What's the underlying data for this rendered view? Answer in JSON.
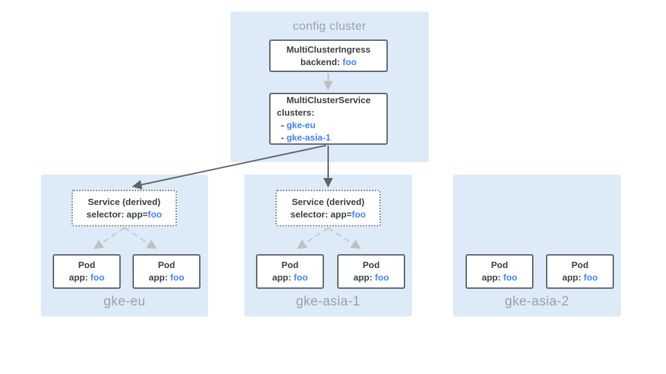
{
  "config_cluster": {
    "label": "config cluster",
    "ingress_box": {
      "title": "MultiClusterIngress",
      "backend_label": "backend: ",
      "backend_value": "foo"
    },
    "service_box": {
      "title": "MultiClusterService",
      "clusters_label": "clusters:",
      "items": [
        {
          "prefix": "- ",
          "name": "gke-eu"
        },
        {
          "prefix": "- ",
          "name": "gke-asia-1"
        }
      ]
    }
  },
  "clusters": [
    {
      "label": "gke-eu",
      "service_box": {
        "title": "Service (derived)",
        "selector_label": "selector: app=",
        "selector_value": "foo"
      },
      "pods": [
        {
          "title": "Pod",
          "app_label": "app: ",
          "app_value": "foo"
        },
        {
          "title": "Pod",
          "app_label": "app: ",
          "app_value": "foo"
        }
      ]
    },
    {
      "label": "gke-asia-1",
      "service_box": {
        "title": "Service (derived)",
        "selector_label": "selector: app=",
        "selector_value": "foo"
      },
      "pods": [
        {
          "title": "Pod",
          "app_label": "app: ",
          "app_value": "foo"
        },
        {
          "title": "Pod",
          "app_label": "app: ",
          "app_value": "foo"
        }
      ]
    },
    {
      "label": "gke-asia-2",
      "pods": [
        {
          "title": "Pod",
          "app_label": "app: ",
          "app_value": "foo"
        },
        {
          "title": "Pod",
          "app_label": "app: ",
          "app_value": "foo"
        }
      ]
    }
  ],
  "colors": {
    "cluster_bg": "#ddebf8",
    "box_border": "#616569",
    "text_dark": "#3c4043",
    "link_blue": "#4285f4",
    "muted_gray": "#9aa0a6",
    "arrow_dark": "#5f6368",
    "arrow_light": "#bdc1c6"
  }
}
